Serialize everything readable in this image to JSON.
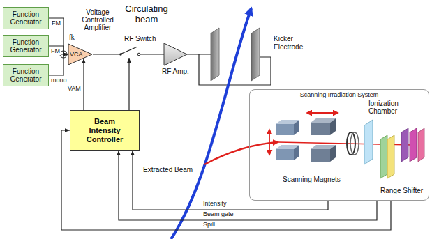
{
  "diagram": {
    "nodes": [
      {
        "text": [
          "Function Generator"
        ]
      },
      {
        "text": [
          "Function Generator"
        ]
      },
      {
        "text": [
          "Function Generator"
        ]
      },
      {
        "text": [
          "VCA"
        ]
      },
      {
        "text": [
          "Beam Intensity Controller"
        ]
      },
      {
        "text": [
          "Scanning Irradiation System"
        ]
      }
    ],
    "edges": [
      {
        "from": 0,
        "to": 3,
        "label": "FM",
        "arrow": "to"
      },
      {
        "from": 1,
        "to": 3,
        "label": "FM",
        "arrow": "to"
      },
      {
        "from": 2,
        "to": 3,
        "label": "mono",
        "arrow": "to"
      },
      {
        "from": 4,
        "to": 3,
        "label": "VAM",
        "arrow": "to"
      },
      {
        "from": 5,
        "to": 4,
        "label": "Intensity",
        "arrow": "to"
      },
      {
        "from": 5,
        "to": 4,
        "label": "Beam gate",
        "arrow": "to"
      },
      {
        "from": 5,
        "to": 4,
        "label": "Spill",
        "arrow": "to"
      }
    ],
    "labels": [
      "Circulating beam",
      "Voltage Controlled Amplifier",
      "fk",
      "RF Switch",
      "RF Amp.",
      "Kicker Electrode",
      "Extracted Beam",
      "Scanning Magnets",
      "Ionization Chamber",
      "Range Shifter"
    ]
  }
}
